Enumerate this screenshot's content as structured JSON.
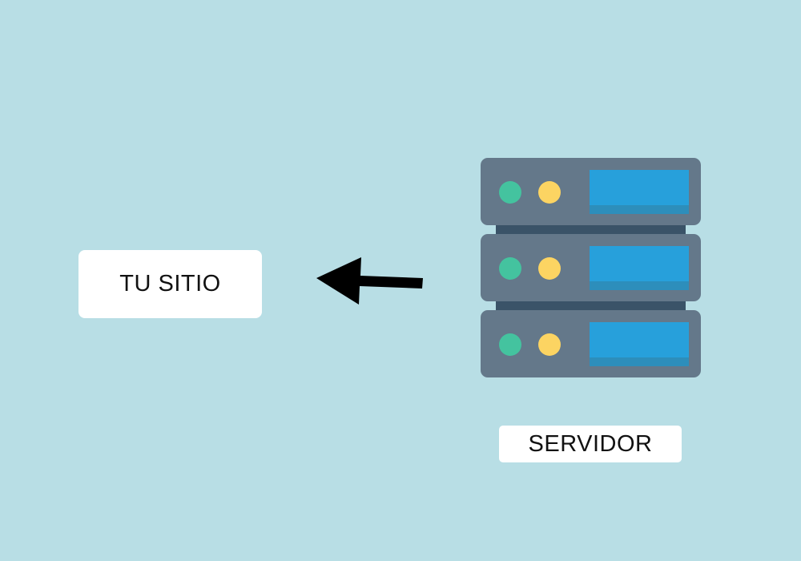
{
  "labels": {
    "site": "TU SITIO",
    "server": "SERVIDOR"
  },
  "colors": {
    "background": "#b8dee5",
    "server_unit": "#64788a",
    "server_connector": "#3a5368",
    "led_green": "#44c39f",
    "led_yellow": "#fcd462",
    "screen": "#27a0db",
    "screen_band": "#2d8ebb",
    "arrow": "#000000"
  },
  "server_units": 3
}
